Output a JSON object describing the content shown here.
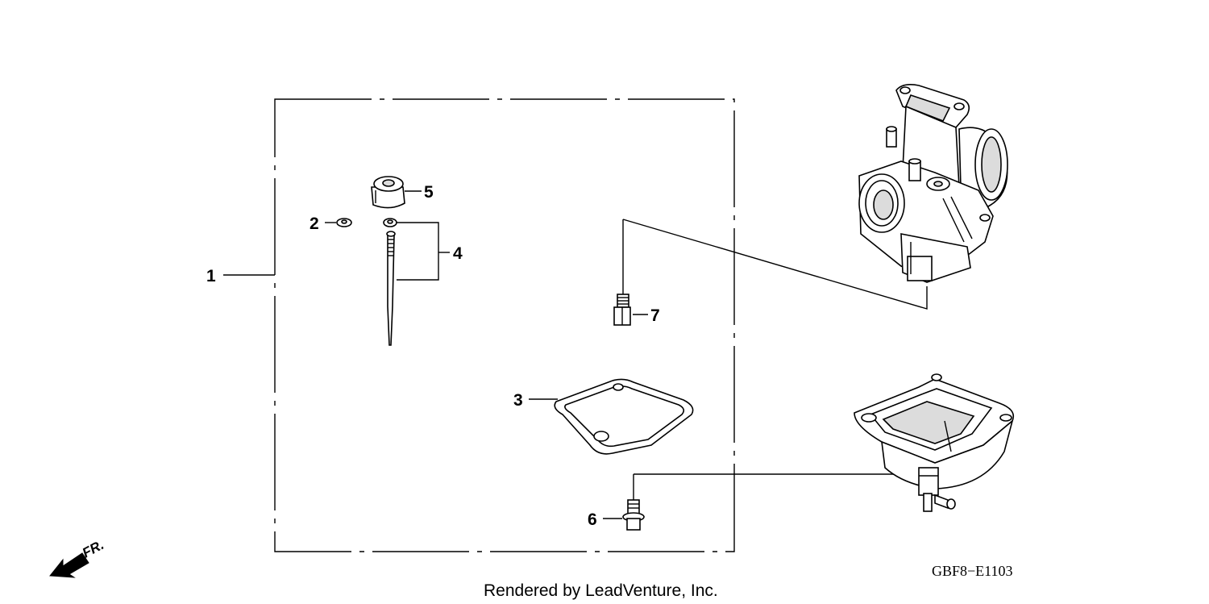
{
  "callouts": {
    "c1": "1",
    "c2": "2",
    "c3": "3",
    "c4": "4",
    "c5": "5",
    "c6": "6",
    "c7": "7"
  },
  "diagram_code": "GBF8−E1103",
  "credit": "Rendered by LeadVenture, Inc.",
  "direction_label": "FR.",
  "icons": {
    "front_arrow": "front-direction-arrow-icon"
  }
}
